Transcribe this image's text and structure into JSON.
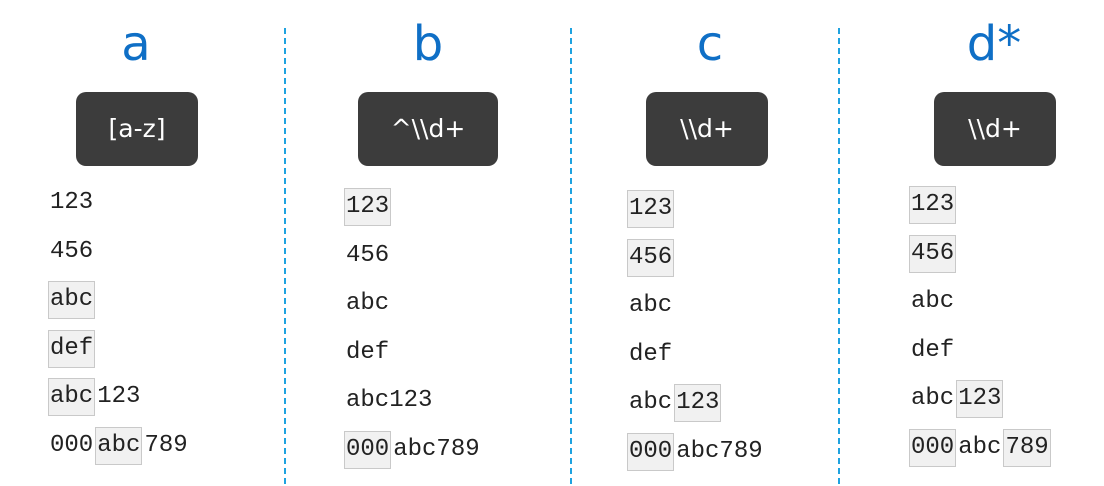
{
  "panels": [
    {
      "label": "a",
      "pattern": "[a-z]",
      "rows": [
        [
          {
            "text": "123",
            "match": false
          }
        ],
        [
          {
            "text": "456",
            "match": false
          }
        ],
        [
          {
            "text": "abc",
            "match": true
          }
        ],
        [
          {
            "text": "def",
            "match": true
          }
        ],
        [
          {
            "text": "abc",
            "match": true
          },
          {
            "text": "123",
            "match": false
          }
        ],
        [
          {
            "text": "000",
            "match": false
          },
          {
            "text": "abc",
            "match": true
          },
          {
            "text": "789",
            "match": false
          }
        ]
      ]
    },
    {
      "label": "b",
      "pattern": "^\\\\d+",
      "rows": [
        [
          {
            "text": "123",
            "match": true
          }
        ],
        [
          {
            "text": "456",
            "match": false
          }
        ],
        [
          {
            "text": "abc",
            "match": false
          }
        ],
        [
          {
            "text": "def",
            "match": false
          }
        ],
        [
          {
            "text": "abc123",
            "match": false
          }
        ],
        [
          {
            "text": "000",
            "match": true
          },
          {
            "text": "abc789",
            "match": false
          }
        ]
      ]
    },
    {
      "label": "c",
      "pattern": "\\\\d+",
      "rows": [
        [
          {
            "text": "123",
            "match": true
          }
        ],
        [
          {
            "text": "456",
            "match": true
          }
        ],
        [
          {
            "text": "abc",
            "match": false
          }
        ],
        [
          {
            "text": "def",
            "match": false
          }
        ],
        [
          {
            "text": "abc",
            "match": false
          },
          {
            "text": "123",
            "match": true
          }
        ],
        [
          {
            "text": "000",
            "match": true
          },
          {
            "text": "abc789",
            "match": false
          }
        ]
      ]
    },
    {
      "label": "d*",
      "pattern": "\\\\d+",
      "rows": [
        [
          {
            "text": "123",
            "match": true
          }
        ],
        [
          {
            "text": "456",
            "match": true
          }
        ],
        [
          {
            "text": "abc",
            "match": false
          }
        ],
        [
          {
            "text": "def",
            "match": false
          }
        ],
        [
          {
            "text": "abc",
            "match": false
          },
          {
            "text": "123",
            "match": true
          }
        ],
        [
          {
            "text": "000",
            "match": true
          },
          {
            "text": "abc",
            "match": false
          },
          {
            "text": "789",
            "match": true
          }
        ]
      ]
    }
  ],
  "colors": {
    "label": "#0f6fc6",
    "pattern_box": "#3c3c3c",
    "divider": "#1fa3e0",
    "match_fill": "#f1f1f1",
    "match_border": "#c9c9c9"
  }
}
